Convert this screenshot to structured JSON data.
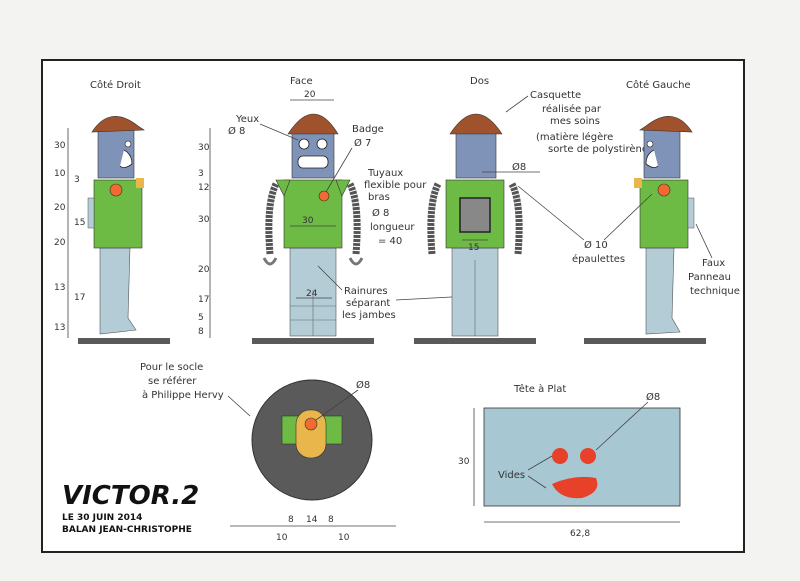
{
  "views": {
    "right_side": "Côté  Droit",
    "front": "Face",
    "back": "Dos",
    "left_side": "Côté  Gauche",
    "flat_head": "Tête à Plat"
  },
  "notes": {
    "cap_1": "Casquette",
    "cap_2": "réalisée par",
    "cap_3": "mes soins",
    "cap_4": "(matière légère",
    "cap_5": "sorte de polystirène)",
    "eyes_1": "Yeux",
    "eyes_2": "Ø 8",
    "badge_1": "Badge",
    "badge_2": "Ø 7",
    "pipes_1": "Tuyaux",
    "pipes_2": "flexible pour",
    "pipes_3": "bras",
    "pipes_4": "Ø 8",
    "pipes_5": "longueur",
    "pipes_6": "= 40",
    "grooves_1": "Rainures",
    "grooves_2": "séparant",
    "grooves_3": "les jambes",
    "shoulders_1": "Ø 10",
    "shoulders_2": "épaulettes",
    "panel_1": "Faux",
    "panel_2": "Panneau",
    "panel_3": "technique",
    "base_1": "Pour  le socle",
    "base_2": "se  référer",
    "base_3": "à   Philippe Hervy",
    "holes": "Vides",
    "dia8_head": "Ø8",
    "dia8_top": "Ø8",
    "dia8_back": "Ø8"
  },
  "dimensions": {
    "face_width": "20",
    "torso_width": "30",
    "legs_width": "24",
    "back_width": "15",
    "side_heights": [
      "30",
      "10",
      "3",
      "20",
      "15",
      "20",
      "13",
      "17",
      "13"
    ],
    "front_heights": [
      "30",
      "3",
      "12",
      "30",
      "20",
      "17",
      "5",
      "8"
    ],
    "bottom_dims": [
      "8",
      "14",
      "8",
      "10",
      "10"
    ],
    "head_height": "30",
    "head_width": "62,8"
  },
  "title": {
    "name": "VICTOR.2",
    "date": "LE 30 JUIN 2014",
    "author": "BALAN JEAN-CHRISTOPHE"
  },
  "colors": {
    "cap": "#a0522d",
    "head": "#7f93b8",
    "torso": "#6dbb45",
    "legs": "#b4ccd6",
    "base": "#5a5a5a",
    "badge": "#f26a30",
    "shoulder": "#e8b64a",
    "accent": "#e8412a"
  }
}
